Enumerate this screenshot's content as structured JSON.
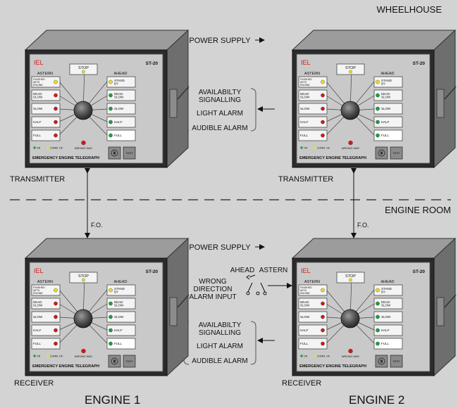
{
  "labels": {
    "wheelhouse": "WHEELHOUSE",
    "engine_room": "ENGINE ROOM",
    "power_supply": "POWER SUPPLY",
    "fo": "F.O.",
    "transmitter": "TRANSMITTER",
    "receiver": "RECEIVER",
    "engine1": "ENGINE 1",
    "engine2": "ENGINE 2",
    "availability": [
      "AVAILABILTY",
      "SIGNALLING"
    ],
    "light_alarm": "LIGHT ALARM",
    "audible_alarm": "AUDIBLE ALARM",
    "wrong_direction": [
      "WRONG",
      "DIRECTION",
      "ALARM INPUT"
    ],
    "ahead": "AHEAD",
    "astern": "ASTERN"
  },
  "panel": {
    "brand": "IEL",
    "model": "ST-20",
    "stop": "STOP",
    "astern": "ASTERN",
    "ahead": "AHEAD",
    "left_buttons": [
      {
        "label": [
          "FINISHED",
          "WITH",
          "ENGINE"
        ],
        "led": "yellow"
      },
      {
        "label": [
          "DEAD",
          "SLOW"
        ],
        "led": "red"
      },
      {
        "label": [
          "SLOW"
        ],
        "led": "red"
      },
      {
        "label": [
          "HALF"
        ],
        "led": "red"
      },
      {
        "label": [
          "FULL"
        ],
        "led": "red"
      }
    ],
    "right_buttons": [
      {
        "label": [
          "STAND",
          "BY"
        ],
        "led": "yellow"
      },
      {
        "label": [
          "DEAD",
          "SLOW"
        ],
        "led": "green"
      },
      {
        "label": [
          "SLOW"
        ],
        "led": "green"
      },
      {
        "label": [
          "HALF"
        ],
        "led": "green"
      },
      {
        "label": [
          "FULL"
        ],
        "led": "green"
      }
    ],
    "on": "ON",
    "comm_ok": "COMM. OK",
    "wrong_way": "WRONG WAY",
    "footer": "EMERGENCY ENGINE  TELEGRAPH",
    "test": "TEST"
  },
  "colors": {
    "background": "#d3d3d3",
    "yellow_led": "#e8e020",
    "red_led": "#d01818",
    "green_led": "#15a040",
    "brand_red": "#d02020"
  }
}
